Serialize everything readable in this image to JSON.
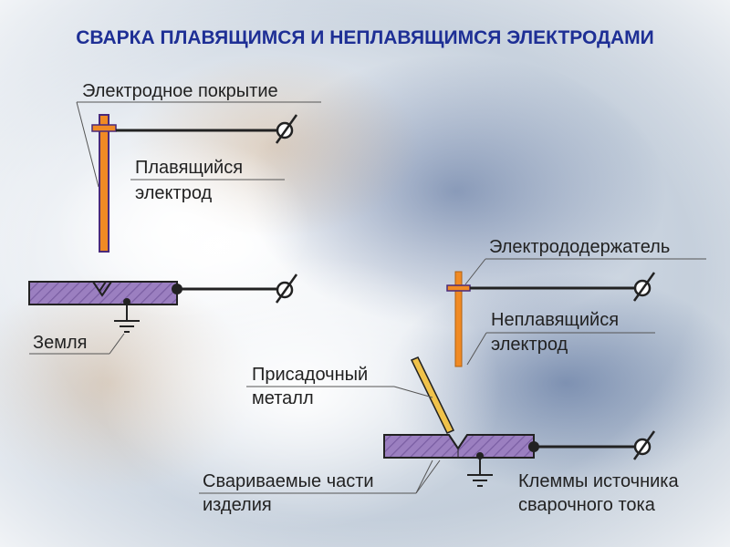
{
  "title": "СВАРКА ПЛАВЯЩИМСЯ И НЕПЛАВЯЩИМСЯ ЭЛЕКТРОДАМИ",
  "labels": {
    "coating": "Электродное покрытие",
    "consumable_line1": "Плавящийся",
    "consumable_line2": "электрод",
    "ground": "Земля",
    "holder": "Электрододержатель",
    "nonconsumable_line1": "Неплавящийся",
    "nonconsumable_line2": "электрод",
    "filler_line1": "Присадочный",
    "filler_line2": "металл",
    "workpiece_line1": "Свариваемые части",
    "workpiece_line2": "изделия",
    "terminals_line1": "Клеммы  источника",
    "terminals_line2": "сварочного тока"
  },
  "colors": {
    "title": "#1e2f95",
    "electrode_fill": "#f08a24",
    "electrode_border": "#4a2a7a",
    "workpiece_fill": "#9b7fc0",
    "wire": "#222222"
  }
}
